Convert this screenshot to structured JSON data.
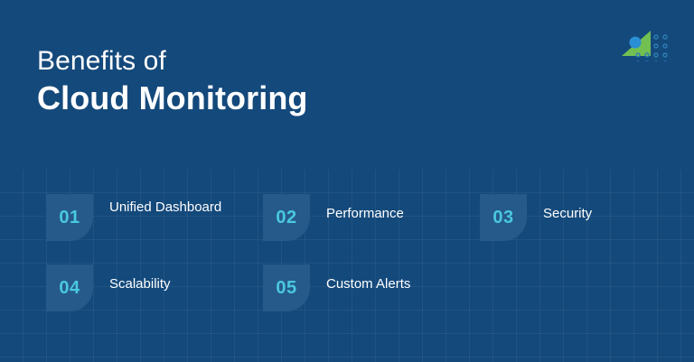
{
  "colors": {
    "background": "#14497b",
    "tile": "#255a8a",
    "number": "#4ac8e0",
    "text": "#ffffff",
    "logo_green": "#72bf52",
    "logo_blue": "#2a8fd4",
    "logo_dots": "#2e7fb5",
    "grid_line": "rgba(255,255,255,0.055)"
  },
  "header": {
    "title_line1": "Benefits of",
    "title_line2": "Cloud Monitoring"
  },
  "logo": {
    "name": "brand-logo",
    "shapes": [
      "green-triangle",
      "blue-circle",
      "dot-grid"
    ],
    "dot_rows": 4,
    "dot_cols": 4
  },
  "benefits": {
    "rows": [
      [
        {
          "number": "01",
          "label": "Unified Dashboard",
          "lines": 2
        },
        {
          "number": "02",
          "label": "Performance",
          "lines": 1
        },
        {
          "number": "03",
          "label": "Security",
          "lines": 1
        }
      ],
      [
        {
          "number": "04",
          "label": "Scalability",
          "lines": 1
        },
        {
          "number": "05",
          "label": "Custom Alerts",
          "lines": 1
        }
      ]
    ]
  }
}
